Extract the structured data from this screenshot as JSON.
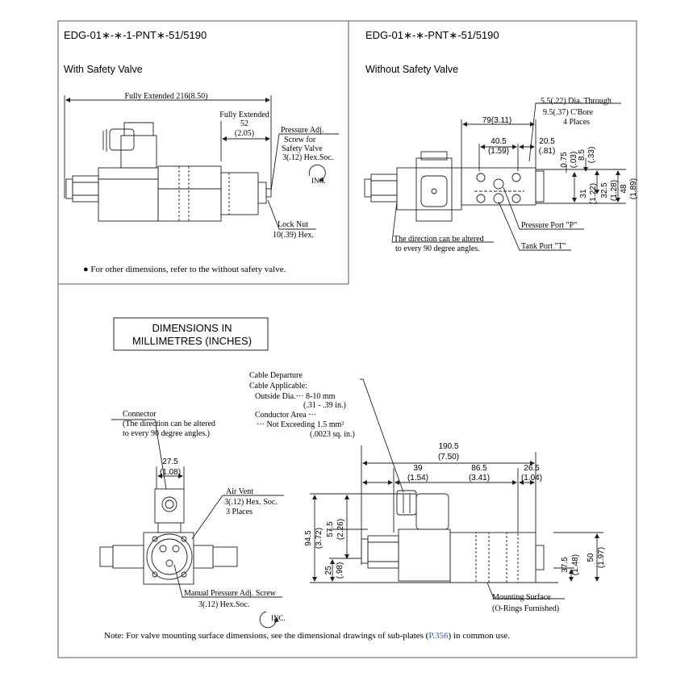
{
  "header": {
    "left_model": "EDG-01∗-∗-1-PNT∗-51/5190",
    "left_subtitle": "With Safety Valve",
    "right_model": "EDG-01∗-∗-PNT∗-51/5190",
    "right_subtitle": "Without Safety Valve"
  },
  "with_safety_valve": {
    "fully_extended_overall": "Fully Extended 216(8.50)",
    "fully_extended_short_label": "Fully Extended",
    "fully_extended_short_mm": "52",
    "fully_extended_short_in": "(2.05)",
    "pressure_adj_lines": [
      "Pressure Adj.",
      "Screw for",
      "Safety Valve",
      "3(.12) Hex.Soc."
    ],
    "inc_label": "INC.",
    "lock_nut_lines": [
      "Lock Nut",
      "10(.39) Hex."
    ],
    "note": "● For other dimensions, refer to the without safety valve."
  },
  "without_safety_valve": {
    "through_hole_lines": [
      "5.5(.22) Dia. Through",
      "9.5(.37) C'Bore",
      "4 Places"
    ],
    "dim_79": "79(3.11)",
    "dim_40_5": [
      "40.5",
      "(1.59)"
    ],
    "dim_20_5": [
      "20.5",
      "(.81)"
    ],
    "dim_0_75": [
      "0.75",
      "(.03)"
    ],
    "dim_8_5": [
      "8.5",
      "(.33)"
    ],
    "dim_31": [
      "31",
      "(1.22)"
    ],
    "dim_32_5": [
      "32.5",
      "(1.28)"
    ],
    "dim_48": [
      "48",
      "(1.89)"
    ],
    "pressure_port": "Pressure Port \"P\"",
    "tank_port": "Tank Port \"T\"",
    "direction_lines": [
      "The direction can be altered",
      "to every 90 degree angles."
    ]
  },
  "units_box": [
    "DIMENSIONS IN",
    "MILLIMETRES (INCHES)"
  ],
  "front_view": {
    "connector_lines": [
      "Connector",
      "(The direction can be altered",
      "to every 90 degree angles.)"
    ],
    "dim_27_5": [
      "27.5",
      "(1.08)"
    ],
    "air_vent_lines": [
      "Air Vent",
      "3(.12) Hex. Soc.",
      "3 Places"
    ],
    "manual_adj_lines": [
      "Manual Pressure Adj. Screw",
      "3(.12) Hex.Soc."
    ],
    "inc_label": "INC."
  },
  "side_view": {
    "cable_lines": [
      "Cable Departure",
      "Cable Applicable:",
      "Outside Dia.··· 8-10 mm",
      "(.31 - .39 in.)",
      "Conductor Area ···",
      "··· Not Exceeding 1.5 mm²",
      "(.0023 sq. in.)"
    ],
    "dim_190_5": [
      "190.5",
      "(7.50)"
    ],
    "dim_39": [
      "39",
      "(1.54)"
    ],
    "dim_86_5": [
      "86.5",
      "(3.41)"
    ],
    "dim_26_5": [
      "26.5",
      "(1.04)"
    ],
    "dim_94_5": [
      "94.5",
      "(3.72)"
    ],
    "dim_57_5": [
      "57.5",
      "(2.26)"
    ],
    "dim_25": [
      "25",
      "(.98)"
    ],
    "dim_37_5": [
      "37.5",
      "(1.48)"
    ],
    "dim_50": [
      "50",
      "(1.97)"
    ],
    "mounting_lines": [
      "Mounting Surface",
      "(O-Rings Furnished)"
    ]
  },
  "footer": {
    "note_before": "Note: For valve mounting surface dimensions, see the dimensional drawings of sub-plates (",
    "note_link": "P.356",
    "note_after": ") in common use."
  },
  "colors": {
    "ink": "#231f20",
    "link": "#2a5caa",
    "frame": "#555555"
  }
}
